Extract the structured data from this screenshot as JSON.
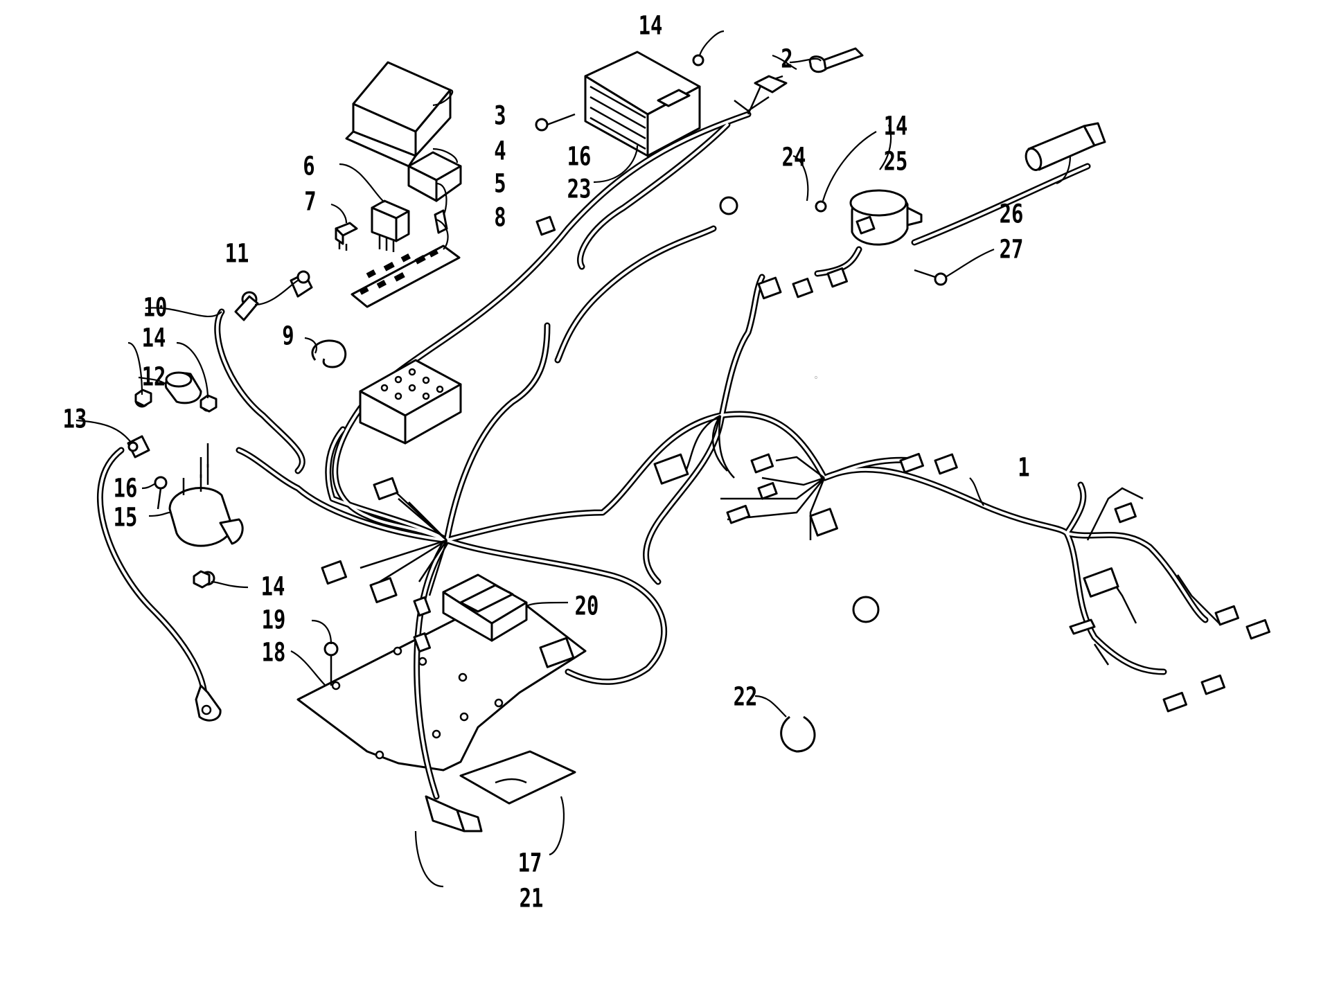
{
  "callouts": {
    "c1": "1",
    "c2": "2",
    "c3": "3",
    "c4": "4",
    "c5": "5",
    "c6": "6",
    "c7": "7",
    "c8": "8",
    "c9": "9",
    "c10": "10",
    "c11": "11",
    "c12": "12",
    "c13": "13",
    "c14a": "14",
    "c14b": "14",
    "c14c": "14",
    "c14d": "14",
    "c15": "15",
    "c16a": "16",
    "c16b": "16",
    "c17": "17",
    "c18": "18",
    "c19": "19",
    "c20": "20",
    "c21": "21",
    "c22": "22",
    "c23": "23",
    "c24": "24",
    "c25": "25",
    "c26": "26",
    "c27": "27"
  },
  "colors": {
    "line": "#000000",
    "background": "#ffffff"
  }
}
